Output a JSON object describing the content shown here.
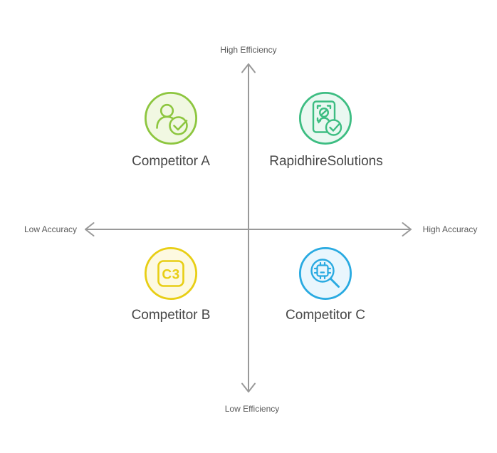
{
  "diagram": {
    "type": "quadrant-matrix",
    "background": "#ffffff",
    "axes": {
      "y_positive": "High Efficiency",
      "y_negative": "Low Efficiency",
      "x_negative": "Low Accuracy",
      "x_positive": "High Accuracy",
      "line_color": "#999999",
      "label_color": "#595959"
    },
    "items": {
      "top_left": {
        "label": "Competitor A",
        "icon": "person-check-icon",
        "accent_color": "#8dc63f",
        "fill_color": "#f1f8e2"
      },
      "top_right": {
        "label": "RapidhireSolutions",
        "icon": "id-card-check-icon",
        "accent_color": "#3dbd82",
        "fill_color": "#eaf8f1"
      },
      "bottom_left": {
        "label": "Competitor B",
        "icon": "c3-chip-badge-icon",
        "badge_text": "C3",
        "accent_color": "#e8ce14",
        "fill_color": "#fdf9e1"
      },
      "bottom_right": {
        "label": "Competitor C",
        "icon": "chip-magnifier-icon",
        "accent_color": "#29aae1",
        "fill_color": "#e9f6fd"
      }
    },
    "item_label_color": "#474747"
  }
}
